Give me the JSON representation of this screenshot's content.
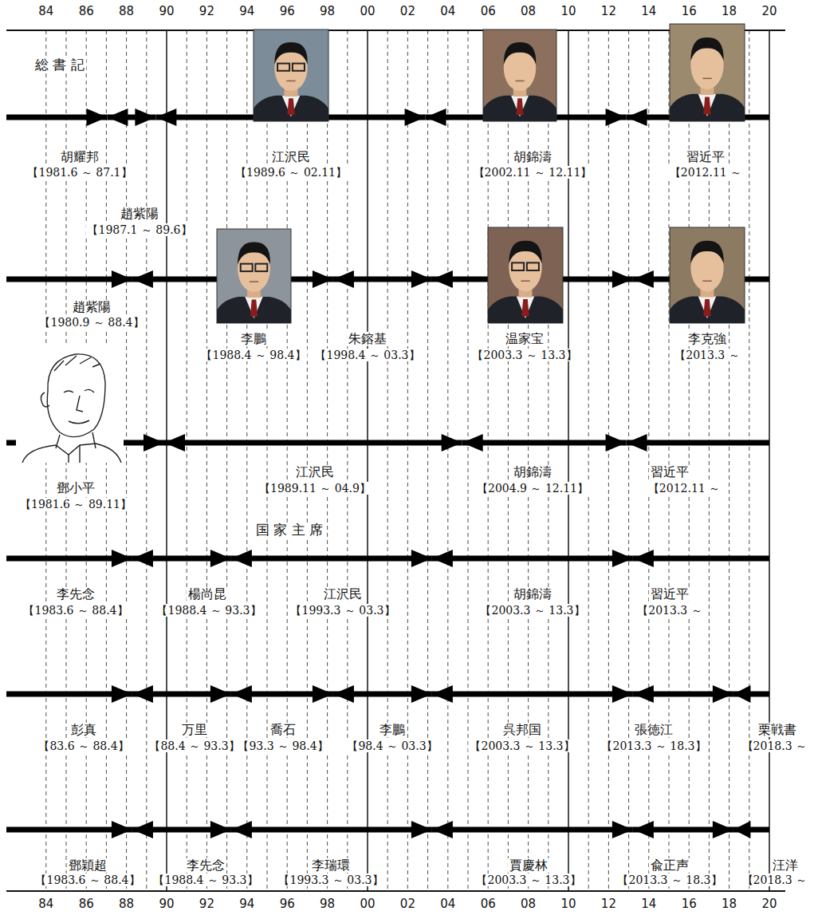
{
  "diagram": {
    "labels": [
      "84",
      "86",
      "88",
      "90",
      "92",
      "94",
      "96",
      "98",
      "00",
      "02",
      "04",
      "06",
      "08",
      "10",
      "12",
      "14",
      "16",
      "18",
      "20",
      "総 書 記",
      "胡耀邦",
      "【1981.6 ～ 87.1】",
      "江沢民",
      "【1989.6 ～ 02.11】",
      "胡錦濤",
      "【2002.11 ～ 12.11】",
      "習近平",
      "【2012.11 ～",
      "趙紫陽",
      "【1987.1 ～ 89.6】",
      "趙紫陽",
      "【1980.9 ～ 88.4】",
      "李鵬",
      "【1988.4 ～ 98.4】",
      "朱鎔基",
      "【1998.4 ～ 03.3】",
      "温家宝",
      "【2003.3 ～ 13.3】",
      "李克強",
      "【2013.3 ～",
      "江沢民",
      "【1989.11 ～ 04.9】",
      "胡錦濤",
      "【2004.9 ～ 12.11】",
      "習近平",
      "【2012.11 ～",
      "鄧小平",
      "【1981.6 ～ 89.11】",
      "国 家 主 席",
      "李先念",
      "【1983.6 ～ 88.4】",
      "楊尚昆",
      "【1988.4 ～ 93.3】",
      "江沢民",
      "【1993.3 ～ 03.3】",
      "胡錦濤",
      "【2003.3 ～ 13.3】",
      "習近平",
      "【2013.3 ～",
      "彭真",
      "【83.6 ～ 88.4】",
      "万里",
      "【88.4 ～ 93.3】",
      "喬石",
      "【93.3 ～ 98.4】",
      "李鵬",
      "【98.4 ～ 03.3】",
      "呉邦国",
      "【2003.3 ～ 13.3】",
      "張徳江",
      "【2013.3 ～ 18.3】",
      "栗戦書",
      "【2018.3 ～",
      "鄧穎超",
      "【1983.6 ～ 88.4】",
      "李先念",
      "【1988.4 ～ 93.3】",
      "李瑞環",
      "【1993.3 ～ 03.3】",
      "賈慶林",
      "【2003.3 ～ 13.3】",
      "兪正声",
      "【2013.3 ～ 18.3】",
      "汪洋",
      "【2018.3 ～",
      "84",
      "86",
      "88",
      "90",
      "92",
      "94",
      "96",
      "98",
      "00",
      "02",
      "04",
      "06",
      "08",
      "10",
      "12",
      "14",
      "16",
      "18",
      "20"
    ]
  }
}
